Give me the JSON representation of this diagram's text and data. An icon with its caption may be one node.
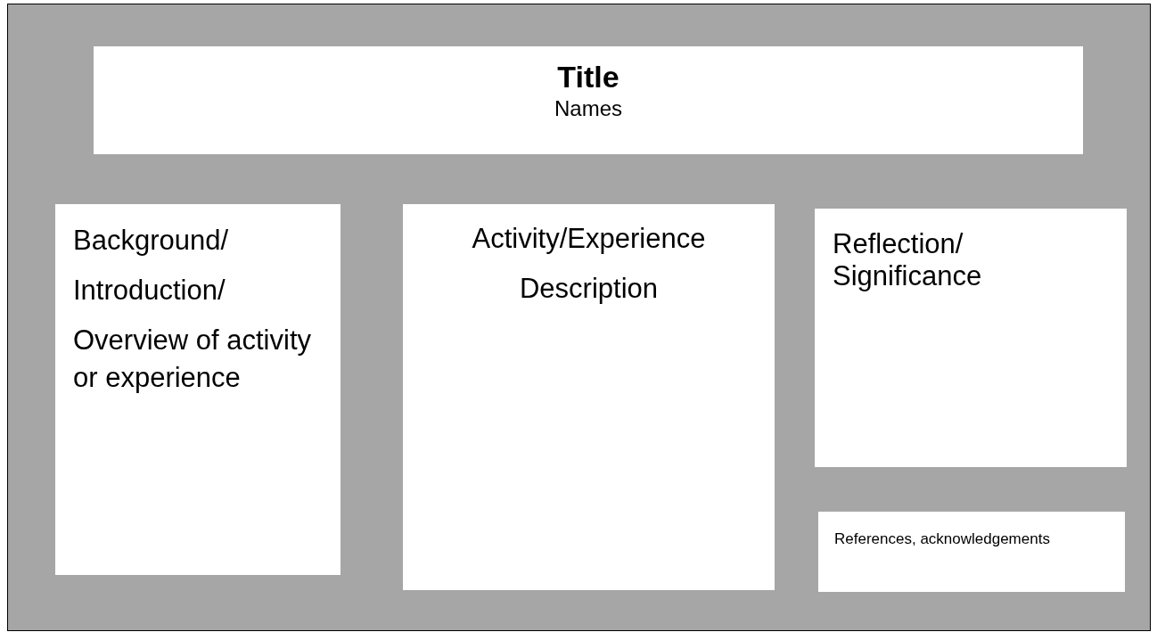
{
  "diagram": {
    "nodes": [
      {
        "text": [
          "Title",
          "Names"
        ]
      },
      {
        "text": [
          "Background/",
          "Introduction/",
          "Overview of activity or experience"
        ]
      },
      {
        "text": [
          "Activity/Experience",
          "Description"
        ]
      },
      {
        "text": [
          "Reflection/ Significance"
        ]
      },
      {
        "text": [
          "References, acknowledgements"
        ]
      }
    ],
    "edges": []
  }
}
